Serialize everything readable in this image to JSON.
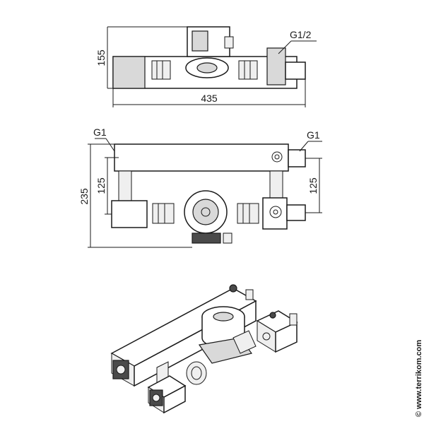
{
  "top_view": {
    "dim_height": "155",
    "dim_width": "435",
    "thread_label": "G1/2"
  },
  "front_view": {
    "thread_left": "G1",
    "thread_right": "G1",
    "dim_overall": "235",
    "dim_left_spacing": "125",
    "dim_right_spacing": "125"
  },
  "watermark": "© www.terrikom.com"
}
